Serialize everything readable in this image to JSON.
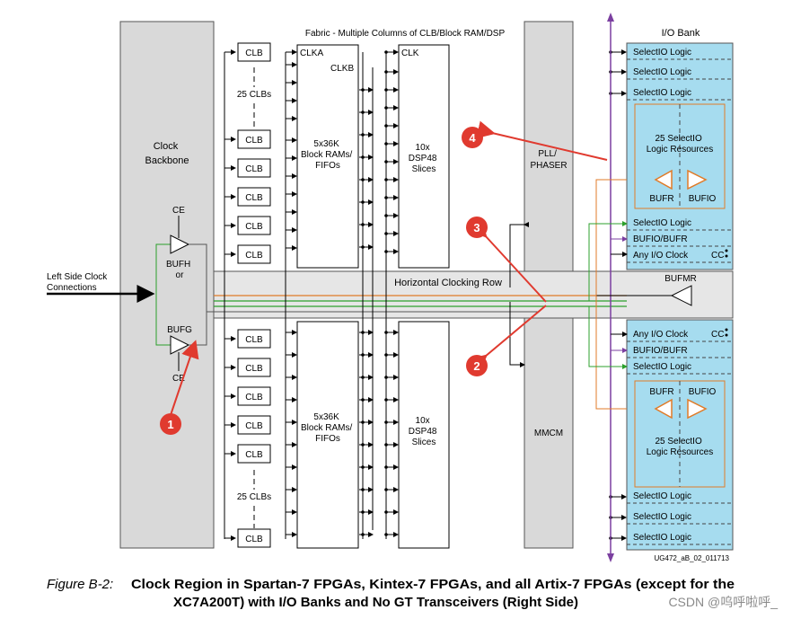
{
  "fabric_title": "Fabric - Multiple Columns of CLB/Block RAM/DSP",
  "io_bank_title": "I/O Bank",
  "clock_backbone": "Clock\nBackbone",
  "left_side_clock": "Left Side Clock\nConnections",
  "ce": "CE",
  "bufh_or": "BUFH\nor",
  "bufg": "BUFG",
  "clb": "CLB",
  "clb_count": "25 CLBs",
  "clka": "CLKA",
  "clkb": "CLKB",
  "clk": "CLK",
  "bram": "5x36K\nBlock RAMs/\nFIFOs",
  "dsp": "10x\nDSP48\nSlices",
  "pll": "PLL/\nPHASER",
  "mmcm": "MMCM",
  "hcr": "Horizontal Clocking Row",
  "bufmr": "BUFMR",
  "selectio_logic": "SelectIO Logic",
  "selectio_resources": "25 SelectIO\nLogic Resources",
  "bufr": "BUFR",
  "bufio": "BUFIO",
  "bufio_bufr": "BUFIO/BUFR",
  "any_io_clock": "Any I/O Clock",
  "cc": "CC",
  "doc_id": "UG472_aB_02_011713",
  "markers": [
    "1",
    "2",
    "3",
    "4"
  ],
  "caption": {
    "figure": "Figure B-2:",
    "line1": "Clock Region in Spartan-7 FPGAs, Kintex-7 FPGAs, and all Artix-7 FPGAs (except for the",
    "line2": "XC7A200T) with I/O Banks and No GT Transceivers (Right Side)"
  },
  "watermark": "CSDN @呜呼啦呼_",
  "colors": {
    "io_blue": "#a6dcef",
    "gray_block": "#d9d9d9",
    "hcr": "#e6e6e6",
    "purple": "#7b3fa0",
    "green": "#2ca02c",
    "orange": "#e07b28",
    "marker_red": "#e03a2f"
  }
}
